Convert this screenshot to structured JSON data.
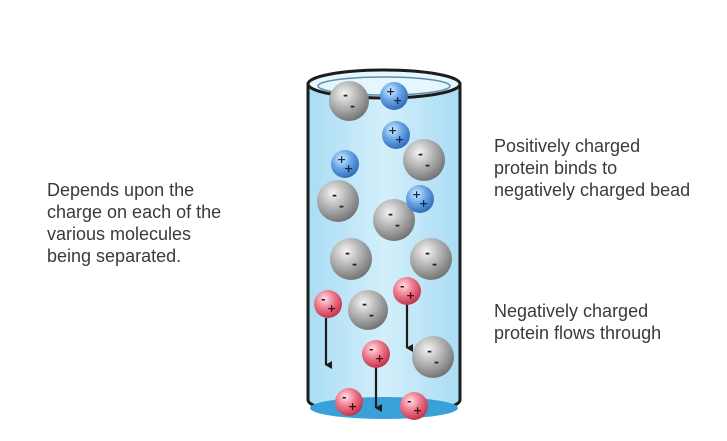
{
  "captions": {
    "left": [
      "Depends upon the",
      "charge on each of the",
      "various molecules",
      "being separated."
    ],
    "right_top": [
      "Positively charged",
      "protein binds to",
      "negatively charged bead"
    ],
    "right_bottom": [
      "Negatively charged",
      "protein flows through"
    ]
  },
  "symbols": {
    "minus": "-",
    "plus": "+"
  },
  "colors": {
    "column_fill": "#bfe5f7",
    "column_outline": "#1c1c1c",
    "bead_gray": "#8a8a8a",
    "protein_positive_blue": "#3f7fd0",
    "protein_negative_red": "#d9475e",
    "pool_blue": "#3aa0d8"
  }
}
